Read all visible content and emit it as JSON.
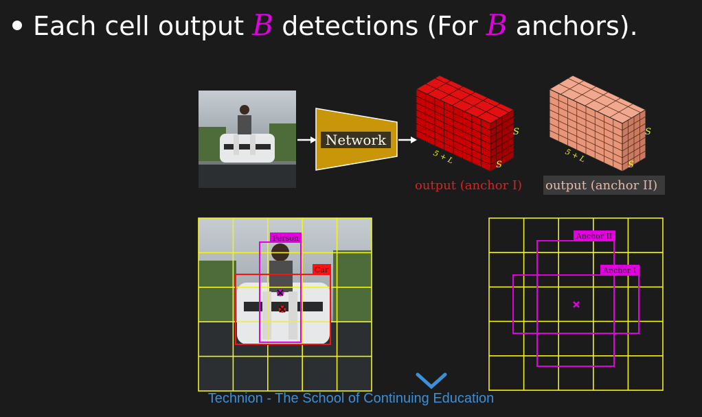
{
  "slide": {
    "bullet_text_pre": "Each cell output ",
    "bullet_math_1": "B",
    "bullet_text_mid": " detections (For ",
    "bullet_math_2": "B",
    "bullet_text_post": " anchors).",
    "network_label": "Network",
    "dim_s": "S",
    "dim_depth": "5 + L",
    "output_anchor_1": "output (anchor I)",
    "output_anchor_2": "output (anchor II)",
    "label_person": "Person",
    "label_car": "Car",
    "label_anchor_2": "Anchor II",
    "label_anchor_1": "Anchor I",
    "footer": "Technion - The School of Continuing Education"
  },
  "colors": {
    "accent_magenta": "#e000e0",
    "grid_yellow": "#f2f21c",
    "network_gold": "#c9960a",
    "tensor_red": "#d40000",
    "tensor_salmon": "#e8967a",
    "footer_blue": "#3d8fd6"
  }
}
